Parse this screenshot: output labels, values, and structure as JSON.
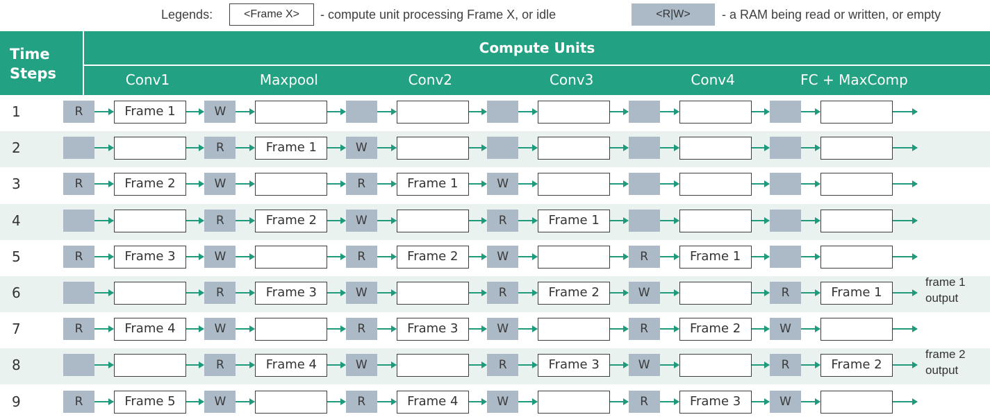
{
  "legend": {
    "prefix": "Legends:",
    "frame_box": "<Frame X>",
    "frame_desc": "- compute unit processing Frame X, or idle",
    "ram_box": "<R|W>",
    "ram_desc": "- a RAM being read or written, or empty"
  },
  "header": {
    "time_steps": "Time Steps",
    "compute_units": "Compute Units",
    "units": [
      "Conv1",
      "Maxpool",
      "Conv2",
      "Conv3",
      "Conv4",
      "FC + MaxComp"
    ]
  },
  "colors": {
    "header_bg": "#22a282",
    "ram_fill": "#acb9c6",
    "arrow": "#1f9a7c",
    "row_shade": "#e9f2ef"
  },
  "rows": [
    {
      "step": "1",
      "rams": [
        "R",
        "W",
        "",
        "",
        "",
        ""
      ],
      "units": [
        "Frame 1",
        "",
        "",
        "",
        "",
        ""
      ],
      "output": ""
    },
    {
      "step": "2",
      "rams": [
        "",
        "R",
        "W",
        "",
        "",
        ""
      ],
      "units": [
        "",
        "Frame 1",
        "",
        "",
        "",
        ""
      ],
      "output": ""
    },
    {
      "step": "3",
      "rams": [
        "R",
        "W",
        "R",
        "W",
        "",
        ""
      ],
      "units": [
        "Frame 2",
        "",
        "Frame 1",
        "",
        "",
        ""
      ],
      "output": ""
    },
    {
      "step": "4",
      "rams": [
        "",
        "R",
        "W",
        "R",
        "",
        ""
      ],
      "units": [
        "",
        "Frame 2",
        "",
        "Frame 1",
        "",
        ""
      ],
      "output": ""
    },
    {
      "step": "5",
      "rams": [
        "R",
        "W",
        "R",
        "W",
        "R",
        ""
      ],
      "units": [
        "Frame 3",
        "",
        "Frame 2",
        "",
        "Frame 1",
        ""
      ],
      "output": ""
    },
    {
      "step": "6",
      "rams": [
        "",
        "R",
        "W",
        "R",
        "W",
        "R"
      ],
      "units": [
        "",
        "Frame 3",
        "",
        "Frame 2",
        "",
        "Frame 1"
      ],
      "output": "frame 1 output"
    },
    {
      "step": "7",
      "rams": [
        "R",
        "W",
        "R",
        "W",
        "R",
        "W"
      ],
      "units": [
        "Frame 4",
        "",
        "Frame 3",
        "",
        "Frame 2",
        ""
      ],
      "output": ""
    },
    {
      "step": "8",
      "rams": [
        "",
        "R",
        "W",
        "R",
        "W",
        "R"
      ],
      "units": [
        "",
        "Frame 4",
        "",
        "Frame 3",
        "",
        "Frame 2"
      ],
      "output": "frame 2 output"
    },
    {
      "step": "9",
      "rams": [
        "R",
        "W",
        "R",
        "W",
        "R",
        "W"
      ],
      "units": [
        "Frame 5",
        "",
        "Frame 4",
        "",
        "Frame 3",
        ""
      ],
      "output": ""
    }
  ]
}
